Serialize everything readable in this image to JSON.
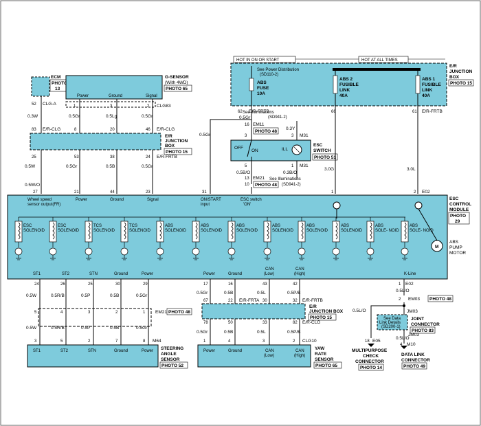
{
  "colors": {
    "component_fill": "#7ecbdc",
    "line": "#000000",
    "background": "#ffffff"
  },
  "top": {
    "hot_on_start": "HOT IN ON OR START",
    "hot_all_times": "HOT AT ALL TIMES",
    "ecm": "ECM",
    "ecm_photo": "PHOTO 13",
    "gsensor_title": "G-SENSOR",
    "gsensor_sub": "(With 4WD)",
    "gsensor_photo": "PHOTO 65",
    "gsensor_pins": [
      "Power",
      "Ground",
      "Signal"
    ],
    "er_box_title": [
      "E/R",
      "JUNCTION",
      "BOX"
    ],
    "er_box_photo": "PHOTO 15",
    "power_dist": [
      "See Power Distribution",
      "(SD110-2)"
    ],
    "abs_fuse": [
      "ABS",
      "FUSE",
      "10A"
    ],
    "abs2_link": [
      "ABS 2",
      "FUSIBLE",
      "LINK",
      "40A"
    ],
    "abs1_link": [
      "ABS 1",
      "FUSIBLE",
      "LINK",
      "40A"
    ],
    "esc_switch": [
      "ESC",
      "SWITCH"
    ],
    "esc_switch_photo": "PHOTO 51",
    "off": "OFF",
    "on": "ON",
    "ill": "ILL",
    "see_illum": [
      "See Illuminations",
      "(SD941-2)"
    ],
    "em11": "EM11",
    "em11_photo": "PHOTO 48",
    "em21": "EM21",
    "em21_photo": "PHOTO 48",
    "m31": "M31"
  },
  "connectors": {
    "clg_a": "CLG-A",
    "clg83": "CLG83",
    "er_clg": "E/R-CLG",
    "er_frtb": "E/R-FRTB",
    "e02": "E02",
    "em21": "EM21",
    "em21_photo": "PHOTO 48",
    "m64": "M64",
    "er_frta": "E/R-FRTA",
    "clg10": "CLG10",
    "em03": "EM03",
    "em03_photo": "PHOTO 48",
    "jm03": "JM03",
    "m10": "M10",
    "e05": "E05"
  },
  "wires": {
    "w52": "52",
    "w83": "83",
    "w25": "25",
    "w27": "27",
    "c_03w": "0.3W",
    "c_05w": "0.5W",
    "c_05wo": "0.5W/O",
    "c_05gr": "0.5Gr",
    "c_05lg": "0.5Lg",
    "c_05gr2": "0.5Gr",
    "c_30g": "3.0G",
    "c_30l": "3.0L",
    "c_03y": "0.3Y",
    "c_03bo": "0.3B/O",
    "c_05bo": "0.5B/O",
    "c_05lo": "0.5L/O",
    "c_05l": "0.5L",
    "c_05rb": "0.5R/B",
    "c_05p": "0.5P",
    "c_05b": "0.5B",
    "c_05pb": "0.5P/B"
  },
  "module": {
    "title": [
      "ESC",
      "CONTROL",
      "MODULE"
    ],
    "photo": "PHOTO 29",
    "top_labels": [
      "Wheel speed",
      "sensor output(FR)",
      "Power",
      "Ground",
      "Signal",
      "ON/START",
      "input",
      "ESC switch",
      "'ON'"
    ],
    "solenoids": [
      "ESC SOLENOID",
      "ESC SOLENOID",
      "TCS SOLENOID",
      "TCS SOLENOID",
      "ABS SOLENOID",
      "ABS SOLENOID",
      "ABS SOLENOID",
      "ABS SOLENOID",
      "ABS SOLENOID",
      "ABS SOLENOID",
      "ABS SOLE- NOID",
      "ABS SOLE- NOID"
    ],
    "pump": [
      "ABS",
      "PUMP",
      "MOTOR"
    ],
    "motor_symbol": "M",
    "bottom_labels": [
      "ST1",
      "ST2",
      "STN",
      "Ground",
      "Power",
      "Power",
      "Ground",
      "CAN",
      "(Low)",
      "CAN",
      "(High)",
      "K-Line"
    ]
  },
  "bottom": {
    "steering": [
      "STEERING",
      "ANGLE",
      "SENSOR"
    ],
    "steering_photo": "PHOTO 52",
    "steering_pins": [
      "ST1",
      "ST2",
      "STN",
      "Ground",
      "Power"
    ],
    "yaw": [
      "YAW",
      "RATE",
      "SENSOR"
    ],
    "yaw_photo": "PHOTO 65",
    "yaw_pins": [
      "Power",
      "Ground",
      "CAN",
      "(Low)",
      "CAN",
      "(High)"
    ],
    "er_box": [
      "E/R",
      "JUNCTION BOX"
    ],
    "er_box_photo": "PHOTO 15",
    "multipurpose": [
      "MULTIPURPOSE",
      "CHECK",
      "CONNECTOR"
    ],
    "multipurpose_photo": "PHOTO 14",
    "joint": [
      "JOINT",
      "CONNECTOR"
    ],
    "joint_photo": "PHOTO 83",
    "datalink": [
      "DATA LINK",
      "CONNECTOR"
    ],
    "datalink_photo": "PHOTO 49",
    "see_datalink": [
      "See Data",
      "Link Details",
      "(SD200-1)"
    ]
  }
}
